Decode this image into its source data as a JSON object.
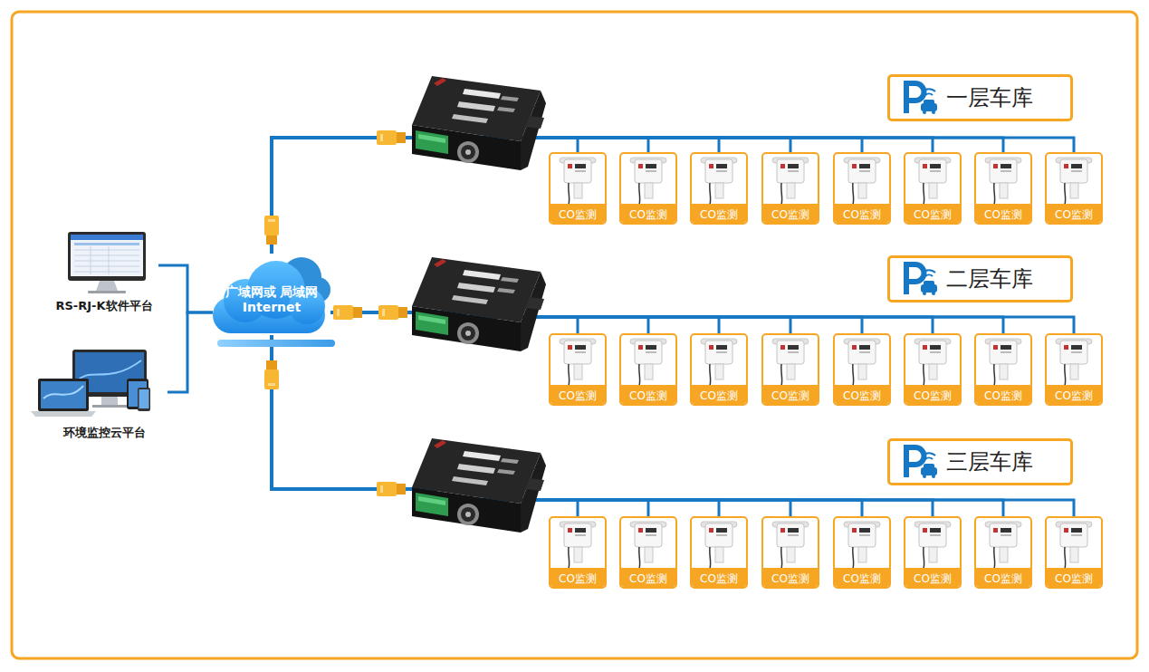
{
  "diagram": {
    "nodes": [
      {
        "text": [
          "RS-RJ-K软件平台"
        ]
      },
      {
        "text": [
          "环境监控云平台"
        ]
      },
      {
        "text": [
          "广域网或 局域网Internet"
        ]
      },
      {
        "text": [
          "一层车库"
        ]
      },
      {
        "text": [
          "CO监测"
        ]
      },
      {
        "text": [
          "CO监测"
        ]
      },
      {
        "text": [
          "CO监测"
        ]
      },
      {
        "text": [
          "CO监测"
        ]
      },
      {
        "text": [
          "CO监测"
        ]
      },
      {
        "text": [
          "CO监测"
        ]
      },
      {
        "text": [
          "CO监测"
        ]
      },
      {
        "text": [
          "CO监测"
        ]
      },
      {
        "text": [
          "二层车库"
        ]
      },
      {
        "text": [
          "CO监测"
        ]
      },
      {
        "text": [
          "CO监测"
        ]
      },
      {
        "text": [
          "CO监测"
        ]
      },
      {
        "text": [
          "CO监测"
        ]
      },
      {
        "text": [
          "CO监测"
        ]
      },
      {
        "text": [
          "CO监测"
        ]
      },
      {
        "text": [
          "CO监测"
        ]
      },
      {
        "text": [
          "CO监测"
        ]
      },
      {
        "text": [
          "三层车库"
        ]
      },
      {
        "text": [
          "CO监测"
        ]
      },
      {
        "text": [
          "CO监测"
        ]
      },
      {
        "text": [
          "CO监测"
        ]
      },
      {
        "text": [
          "CO监测"
        ]
      },
      {
        "text": [
          "CO监测"
        ]
      },
      {
        "text": [
          "CO监测"
        ]
      },
      {
        "text": [
          "CO监测"
        ]
      },
      {
        "text": [
          "CO监测"
        ]
      }
    ],
    "edges": [
      {
        "from": 0,
        "to": 2,
        "arrow": "none"
      },
      {
        "from": 1,
        "to": 2,
        "arrow": "none"
      },
      {
        "from": 2,
        "to": 4,
        "arrow": "none"
      },
      {
        "from": 2,
        "to": 5,
        "arrow": "none"
      },
      {
        "from": 2,
        "to": 6,
        "arrow": "none"
      },
      {
        "from": 2,
        "to": 7,
        "arrow": "none"
      },
      {
        "from": 2,
        "to": 8,
        "arrow": "none"
      },
      {
        "from": 2,
        "to": 9,
        "arrow": "none"
      },
      {
        "from": 2,
        "to": 10,
        "arrow": "none"
      },
      {
        "from": 2,
        "to": 11,
        "arrow": "none"
      },
      {
        "from": 2,
        "to": 13,
        "arrow": "none"
      },
      {
        "from": 2,
        "to": 14,
        "arrow": "none"
      },
      {
        "from": 2,
        "to": 15,
        "arrow": "none"
      },
      {
        "from": 2,
        "to": 16,
        "arrow": "none"
      },
      {
        "from": 2,
        "to": 17,
        "arrow": "none"
      },
      {
        "from": 2,
        "to": 18,
        "arrow": "none"
      },
      {
        "from": 2,
        "to": 19,
        "arrow": "none"
      },
      {
        "from": 2,
        "to": 20,
        "arrow": "none"
      },
      {
        "from": 2,
        "to": 22,
        "arrow": "none"
      },
      {
        "from": 2,
        "to": 23,
        "arrow": "none"
      },
      {
        "from": 2,
        "to": 24,
        "arrow": "none"
      },
      {
        "from": 2,
        "to": 25,
        "arrow": "none"
      },
      {
        "from": 2,
        "to": 26,
        "arrow": "none"
      },
      {
        "from": 2,
        "to": 27,
        "arrow": "none"
      },
      {
        "from": 2,
        "to": 28,
        "arrow": "none"
      },
      {
        "from": 2,
        "to": 29,
        "arrow": "none"
      }
    ]
  }
}
